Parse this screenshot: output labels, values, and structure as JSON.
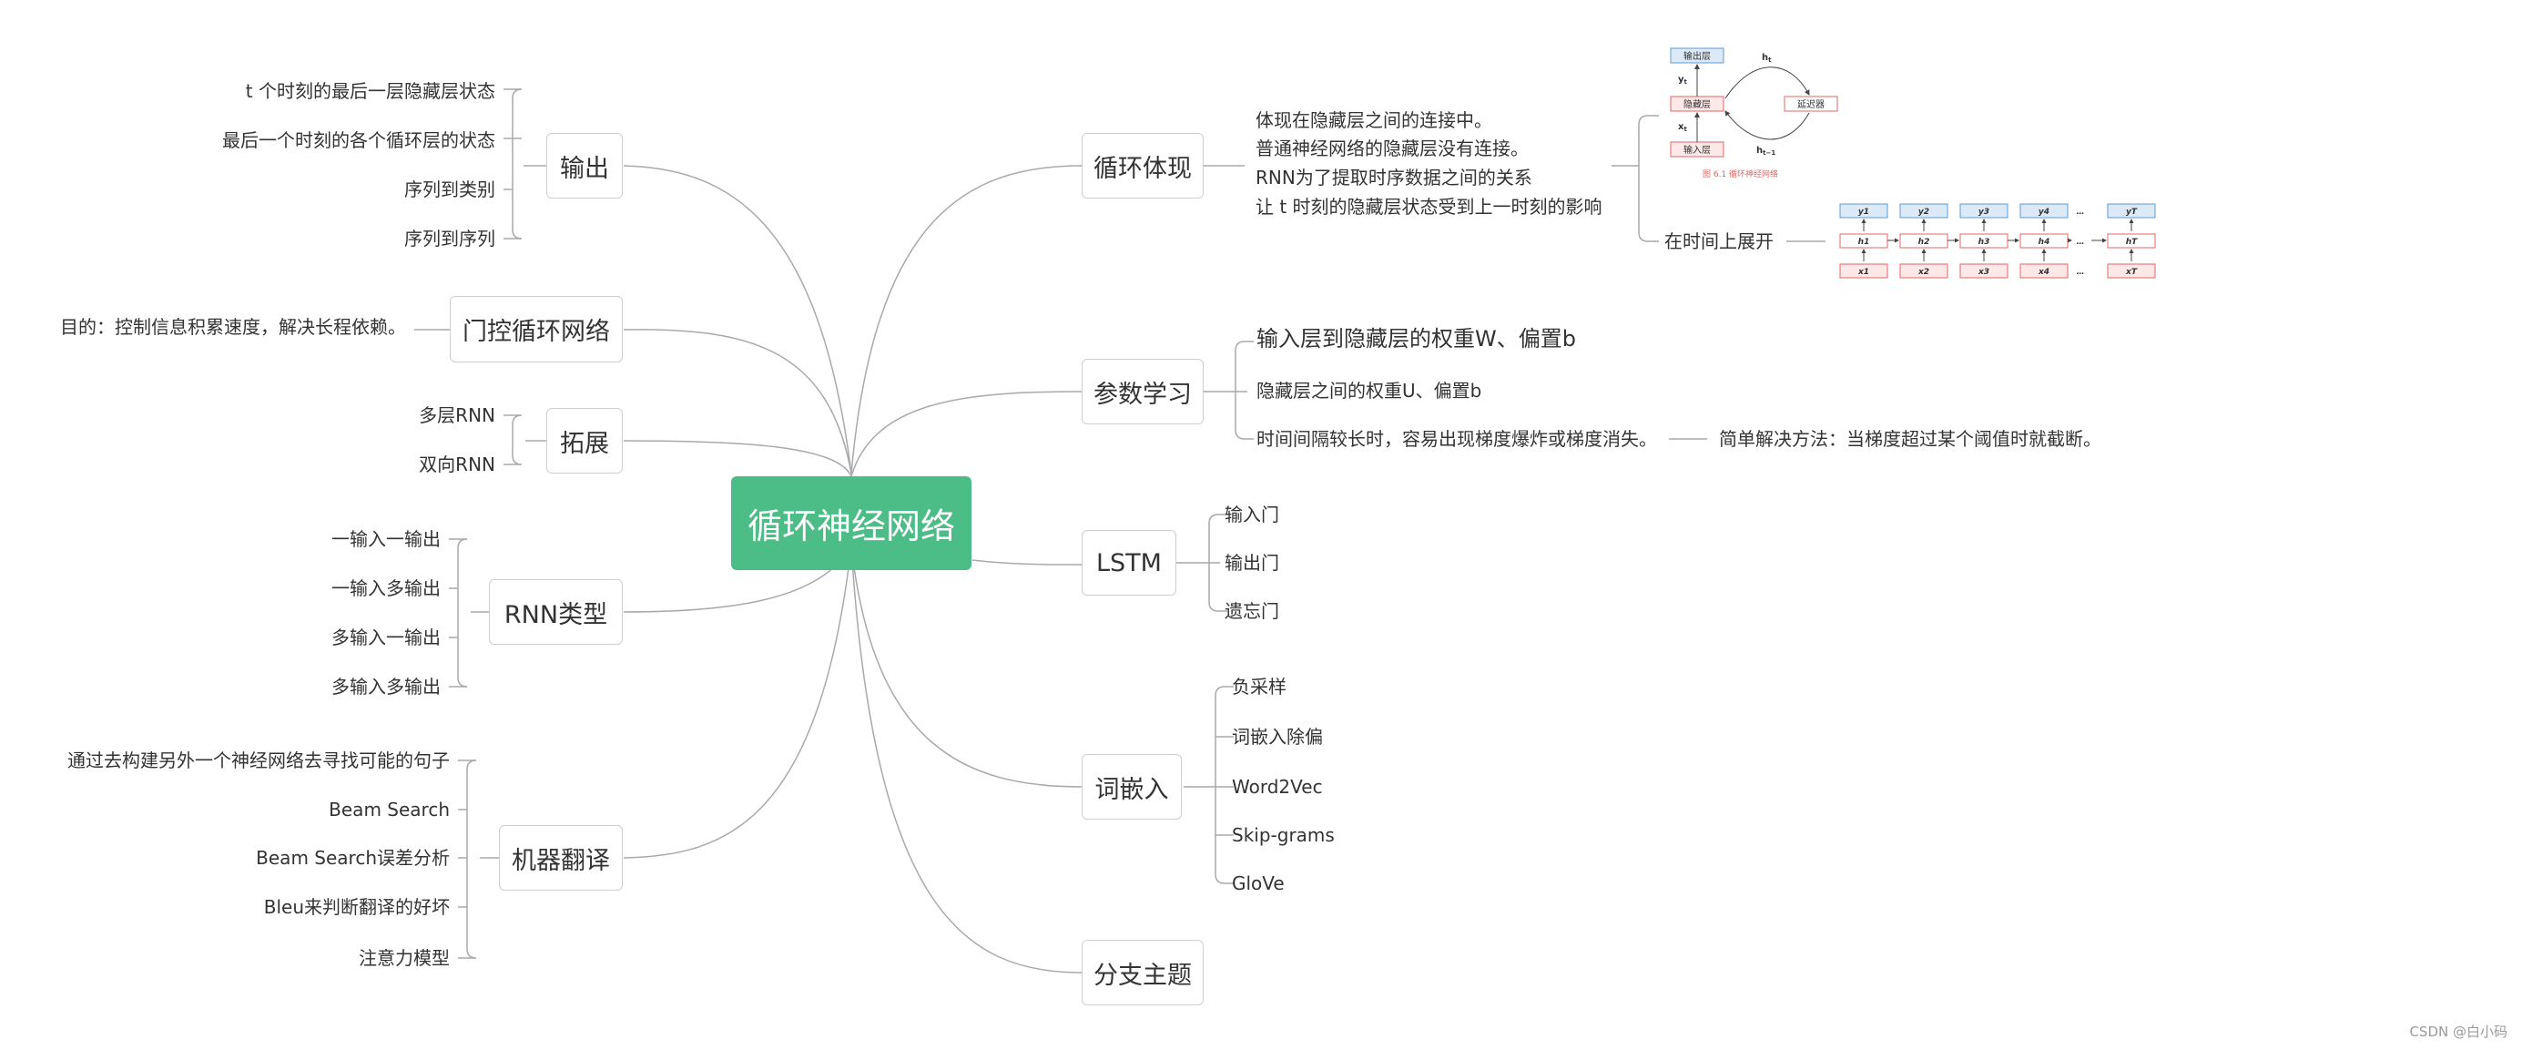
{
  "center": "循环神经网络",
  "left": {
    "output": {
      "label": "输出",
      "items": [
        "t 个时刻的最后一层隐藏层状态",
        "最后一个时刻的各个循环层的状态",
        "序列到类别",
        "序列到序列"
      ]
    },
    "gated": {
      "label": "门控循环网络",
      "items": [
        "目的：控制信息积累速度，解决长程依赖。"
      ]
    },
    "extend": {
      "label": "拓展",
      "items": [
        "多层RNN",
        "双向RNN"
      ]
    },
    "rnn_types": {
      "label": "RNN类型",
      "items": [
        "一输入一输出",
        "一输入多输出",
        "多输入一输出",
        "多输入多输出"
      ]
    },
    "mt": {
      "label": "机器翻译",
      "items": [
        "通过去构建另外一个神经网络去寻找可能的句子",
        "Beam Search",
        "Beam Search误差分析",
        "Bleu来判断翻译的好坏",
        "注意力模型"
      ]
    }
  },
  "right": {
    "recurrence": {
      "label": "循环体现",
      "notes": [
        "体现在隐藏层之间的连接中。",
        "普通神经网络的隐藏层没有连接。",
        "RNN为了提取时序数据之间的关系",
        "让 t 时刻的隐藏层状态受到上一时刻的影响"
      ],
      "unfold": "在时间上展开",
      "fig1": {
        "output": "输出层",
        "hidden": "隐藏层",
        "delay": "延迟器",
        "input": "输入层",
        "caption": "图 6.1 循环神经网络",
        "y": "y",
        "h": "h",
        "x": "x",
        "sub_t": "t",
        "sub_t1": "t−1"
      },
      "fig2": {
        "top": [
          "y1",
          "y2",
          "y3",
          "y4",
          "…",
          "yT"
        ],
        "mid": [
          "h1",
          "h2",
          "h3",
          "h4",
          "…",
          "hT"
        ],
        "bottom": [
          "x1",
          "x2",
          "x3",
          "x4",
          "…",
          "xT"
        ]
      }
    },
    "params": {
      "label": "参数学习",
      "items": [
        "输入层到隐藏层的权重W、偏置b",
        "隐藏层之间的权重U、偏置b",
        "时间间隔较长时，容易出现梯度爆炸或梯度消失。"
      ],
      "sub": "简单解决方法：当梯度超过某个阈值时就截断。"
    },
    "lstm": {
      "label": "LSTM",
      "items": [
        "输入门",
        "输出门",
        "遗忘门"
      ]
    },
    "embed": {
      "label": "词嵌入",
      "items": [
        "负采样",
        "词嵌入除偏",
        "Word2Vec",
        "Skip-grams",
        "GloVe"
      ]
    },
    "branch": {
      "label": "分支主题"
    }
  },
  "colors": {
    "central": "#4dbd88",
    "line": "#a9a9a9",
    "border": "#cfcfcf",
    "fig_blue": "#5b9bd5",
    "fig_red": "#e06666"
  },
  "watermark": "CSDN @白小码"
}
